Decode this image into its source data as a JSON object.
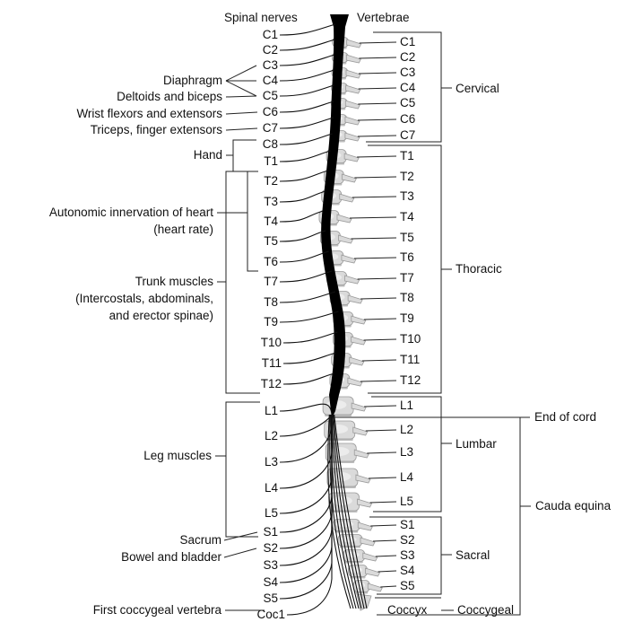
{
  "headers": {
    "spinal_nerves": "Spinal nerves",
    "vertebrae": "Vertebrae"
  },
  "nerves": [
    "C1",
    "C2",
    "C3",
    "C4",
    "C5",
    "C6",
    "C7",
    "C8",
    "T1",
    "T2",
    "T3",
    "T4",
    "T5",
    "T6",
    "T7",
    "T8",
    "T9",
    "T10",
    "T11",
    "T12",
    "L1",
    "L2",
    "L3",
    "L4",
    "L5",
    "S1",
    "S2",
    "S3",
    "S4",
    "S5",
    "Coc1"
  ],
  "vertebrae": [
    "C1",
    "C2",
    "C3",
    "C4",
    "C5",
    "C6",
    "C7",
    "T1",
    "T2",
    "T3",
    "T4",
    "T5",
    "T6",
    "T7",
    "T8",
    "T9",
    "T10",
    "T11",
    "T12",
    "L1",
    "L2",
    "L3",
    "L4",
    "L5",
    "S1",
    "S2",
    "S3",
    "S4",
    "S5",
    "Coccyx"
  ],
  "functions": {
    "diaphragm": "Diaphragm",
    "deltoids_biceps": "Deltoids and biceps",
    "wrist": "Wrist flexors and extensors",
    "triceps": "Triceps, finger extensors",
    "hand": "Hand",
    "heart_1": "Autonomic innervation of heart",
    "heart_2": "(heart rate)",
    "trunk_1": "Trunk muscles",
    "trunk_2": "(Intercostals, abdominals,",
    "trunk_3": "and erector spinae)",
    "leg": "Leg muscles",
    "sacrum": "Sacrum",
    "bowel": "Bowel and bladder",
    "first_coccygeal": "First coccygeal vertebra"
  },
  "regions": {
    "cervical": "Cervical",
    "thoracic": "Thoracic",
    "lumbar": "Lumbar",
    "sacral": "Sacral",
    "coccygeal": "Coccygeal",
    "end_of_cord": "End of cord",
    "cauda_equina": "Cauda equina"
  },
  "colors": {
    "cord": "#000000",
    "bone": "#dadada",
    "line": "#222222"
  }
}
